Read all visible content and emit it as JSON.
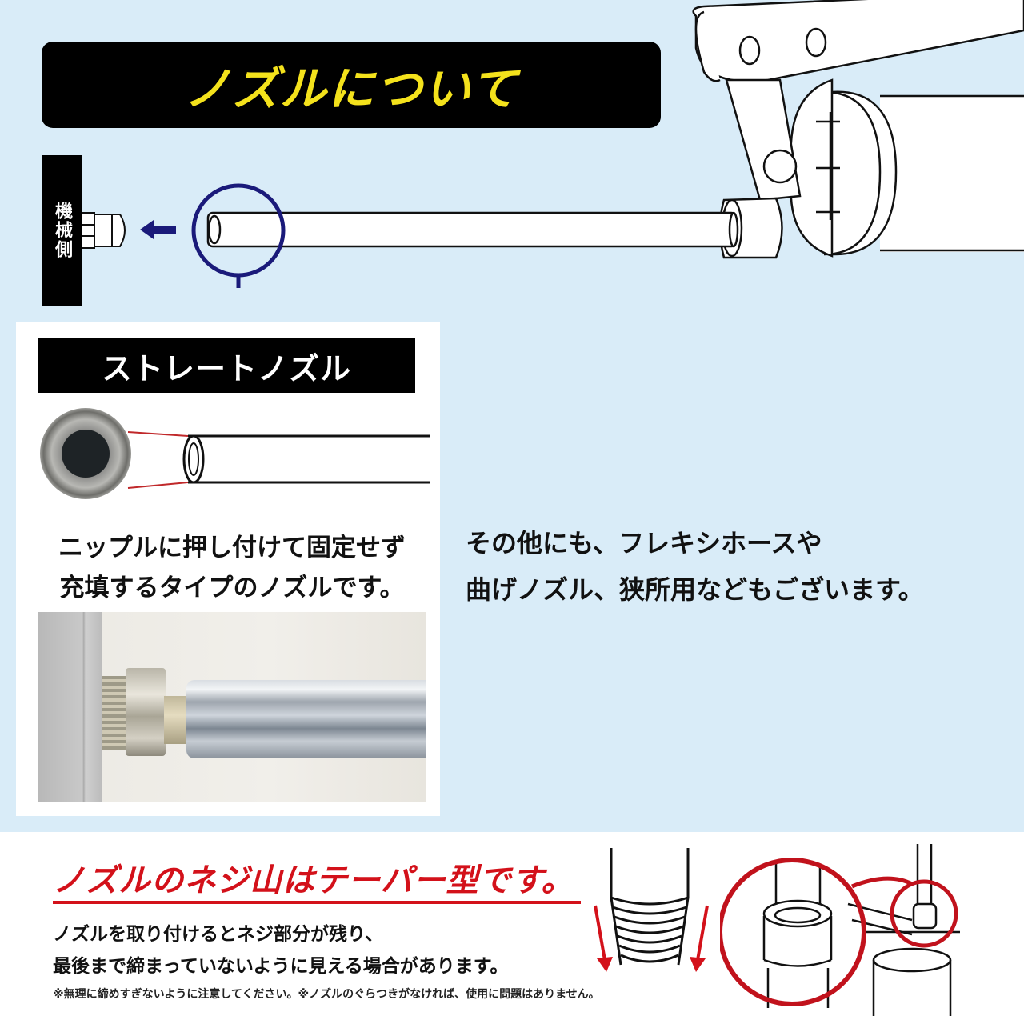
{
  "header": {
    "title": "ノズルについて"
  },
  "diagram": {
    "machine_side_label": "機械側",
    "arrow_direction": "left",
    "magnifier_color": "#1a1a7a"
  },
  "straight_nozzle_card": {
    "title": "ストレートノズル",
    "description_line1": "ニップルに押し付けて固定せず",
    "description_line2": "充填するタイプのノズルです。",
    "photo_alt": "nozzle-on-grease-nipple-photo"
  },
  "other_types": {
    "line1": "その他にも、フレキシホースや",
    "line2": "曲げノズル、狭所用などもございます。"
  },
  "taper_thread_section": {
    "heading": "ノズルのネジ山はテーパー型です。",
    "body_line1": "ノズルを取り付けるとネジ部分が残り、",
    "body_line2": "最後まで締まっていないように見える場合があります。",
    "note": "※無理に締めすぎないように注意してください。※ノズルのぐらつきがなければ、使用に問題はありません。"
  },
  "colors": {
    "background_top": "#d9ecf8",
    "title_text": "#f4e21c",
    "accent_red": "#d3111a",
    "accent_navy": "#1a1a7a"
  }
}
